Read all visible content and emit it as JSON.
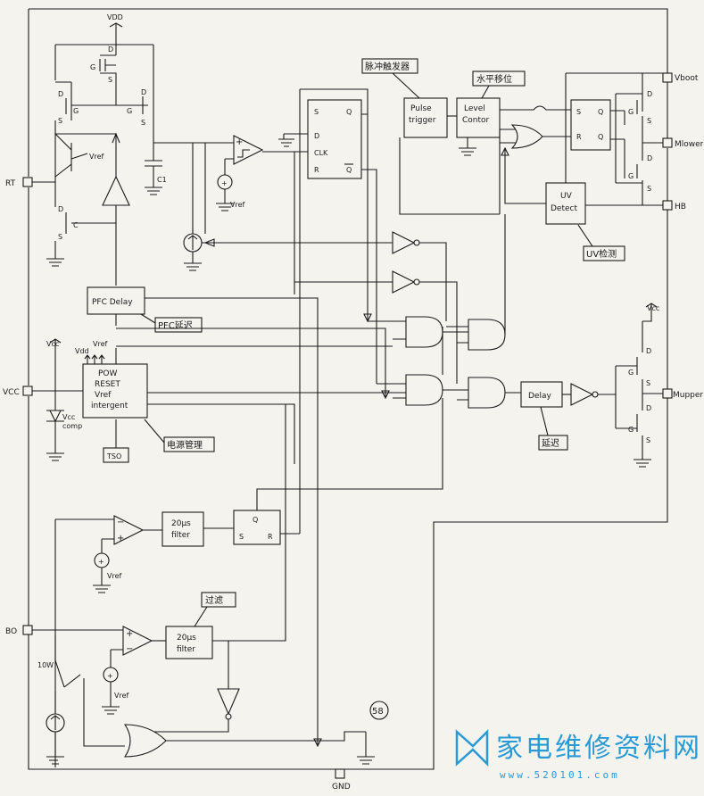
{
  "pins": {
    "vdd": "VDD",
    "rt": "RT",
    "vcc": "VCC",
    "bo": "BO",
    "gnd": "GND",
    "vboot": "Vboot",
    "mlower": "Mlower",
    "hb": "HB",
    "mupper": "Mupper"
  },
  "blocks": {
    "pulse_trigger": [
      "Pulse",
      "trigger"
    ],
    "level_contor": [
      "Level",
      "Contor"
    ],
    "uv_detect": [
      "UV",
      "Detect"
    ],
    "pfc_delay": "PFC Delay",
    "pow_reset": [
      "POW",
      "RESET",
      "Vref",
      "intergent"
    ],
    "delay": "Delay",
    "filter_top": [
      "20μs",
      "filter"
    ],
    "filter_bottom": [
      "20μs",
      "filter"
    ],
    "tso": "TSO"
  },
  "callouts": {
    "pulse_trigger": "脉冲触发器",
    "level_shift": "水平移位",
    "uv_detect": "UV检测",
    "pfc_delay": "PFC延迟",
    "power_mgmt": "电源管理",
    "delay": "延迟",
    "filter": "过滤"
  },
  "labels": {
    "vref": "Vref",
    "vcc": "Vcc",
    "vdd": "Vdd",
    "vcc_comp": [
      "Vcc",
      "comp"
    ],
    "c1": "C1",
    "tenw": "10W",
    "d": "D",
    "g": "G",
    "s": "S",
    "c": "C",
    "q": "Q",
    "r": "R",
    "clk": "CLK",
    "plus": "+",
    "minus": "−"
  },
  "figure_number": "58",
  "watermark": {
    "text": "家电维修资料网",
    "url": "www.520101.com"
  }
}
